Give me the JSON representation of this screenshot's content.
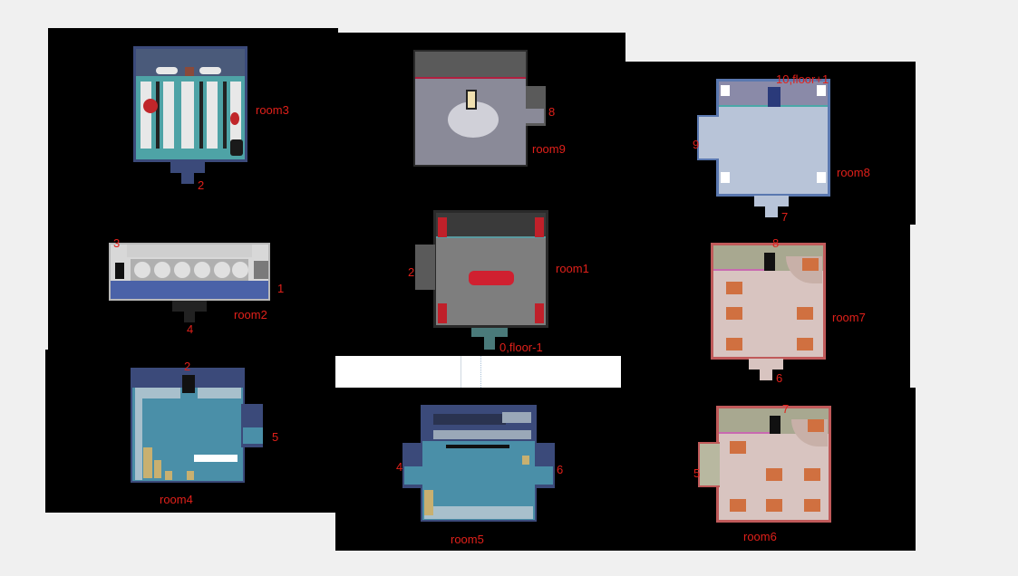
{
  "rooms": {
    "room1": {
      "name": "room1",
      "doors": {
        "left": "2",
        "bottom": "0,floor-1"
      }
    },
    "room2": {
      "name": "room2",
      "doors": {
        "topleft": "3",
        "right": "1",
        "bottom": "4"
      }
    },
    "room3": {
      "name": "room3",
      "doors": {
        "bottom": "2"
      }
    },
    "room4": {
      "name": "room4",
      "doors": {
        "top": "2",
        "right": "5"
      }
    },
    "room5": {
      "name": "room5",
      "doors": {
        "left": "4",
        "right": "6"
      }
    },
    "room6": {
      "name": "room6",
      "doors": {
        "top": "7",
        "left": "5"
      }
    },
    "room7": {
      "name": "room7",
      "doors": {
        "top": "8",
        "bottom": "6"
      }
    },
    "room8": {
      "name": "room8",
      "doors": {
        "top": "10,floor+1",
        "left": "9",
        "bottom": "7"
      }
    },
    "room9": {
      "name": "room9",
      "doors": {
        "right": "8"
      }
    }
  },
  "colors": {
    "label": "#e0201a",
    "panel": "#000000",
    "background": "#f0f0f0"
  }
}
